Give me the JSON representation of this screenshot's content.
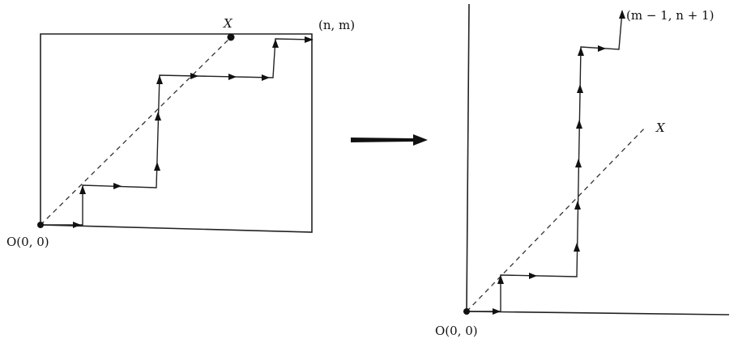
{
  "left_panel": {
    "origin_label": "O(0, 0)",
    "corner_label": "(n, m)",
    "point_label": "X"
  },
  "right_panel": {
    "origin_label": "O(0, 0)",
    "end_label": "(m − 1, n + 1)",
    "point_label": "X"
  }
}
